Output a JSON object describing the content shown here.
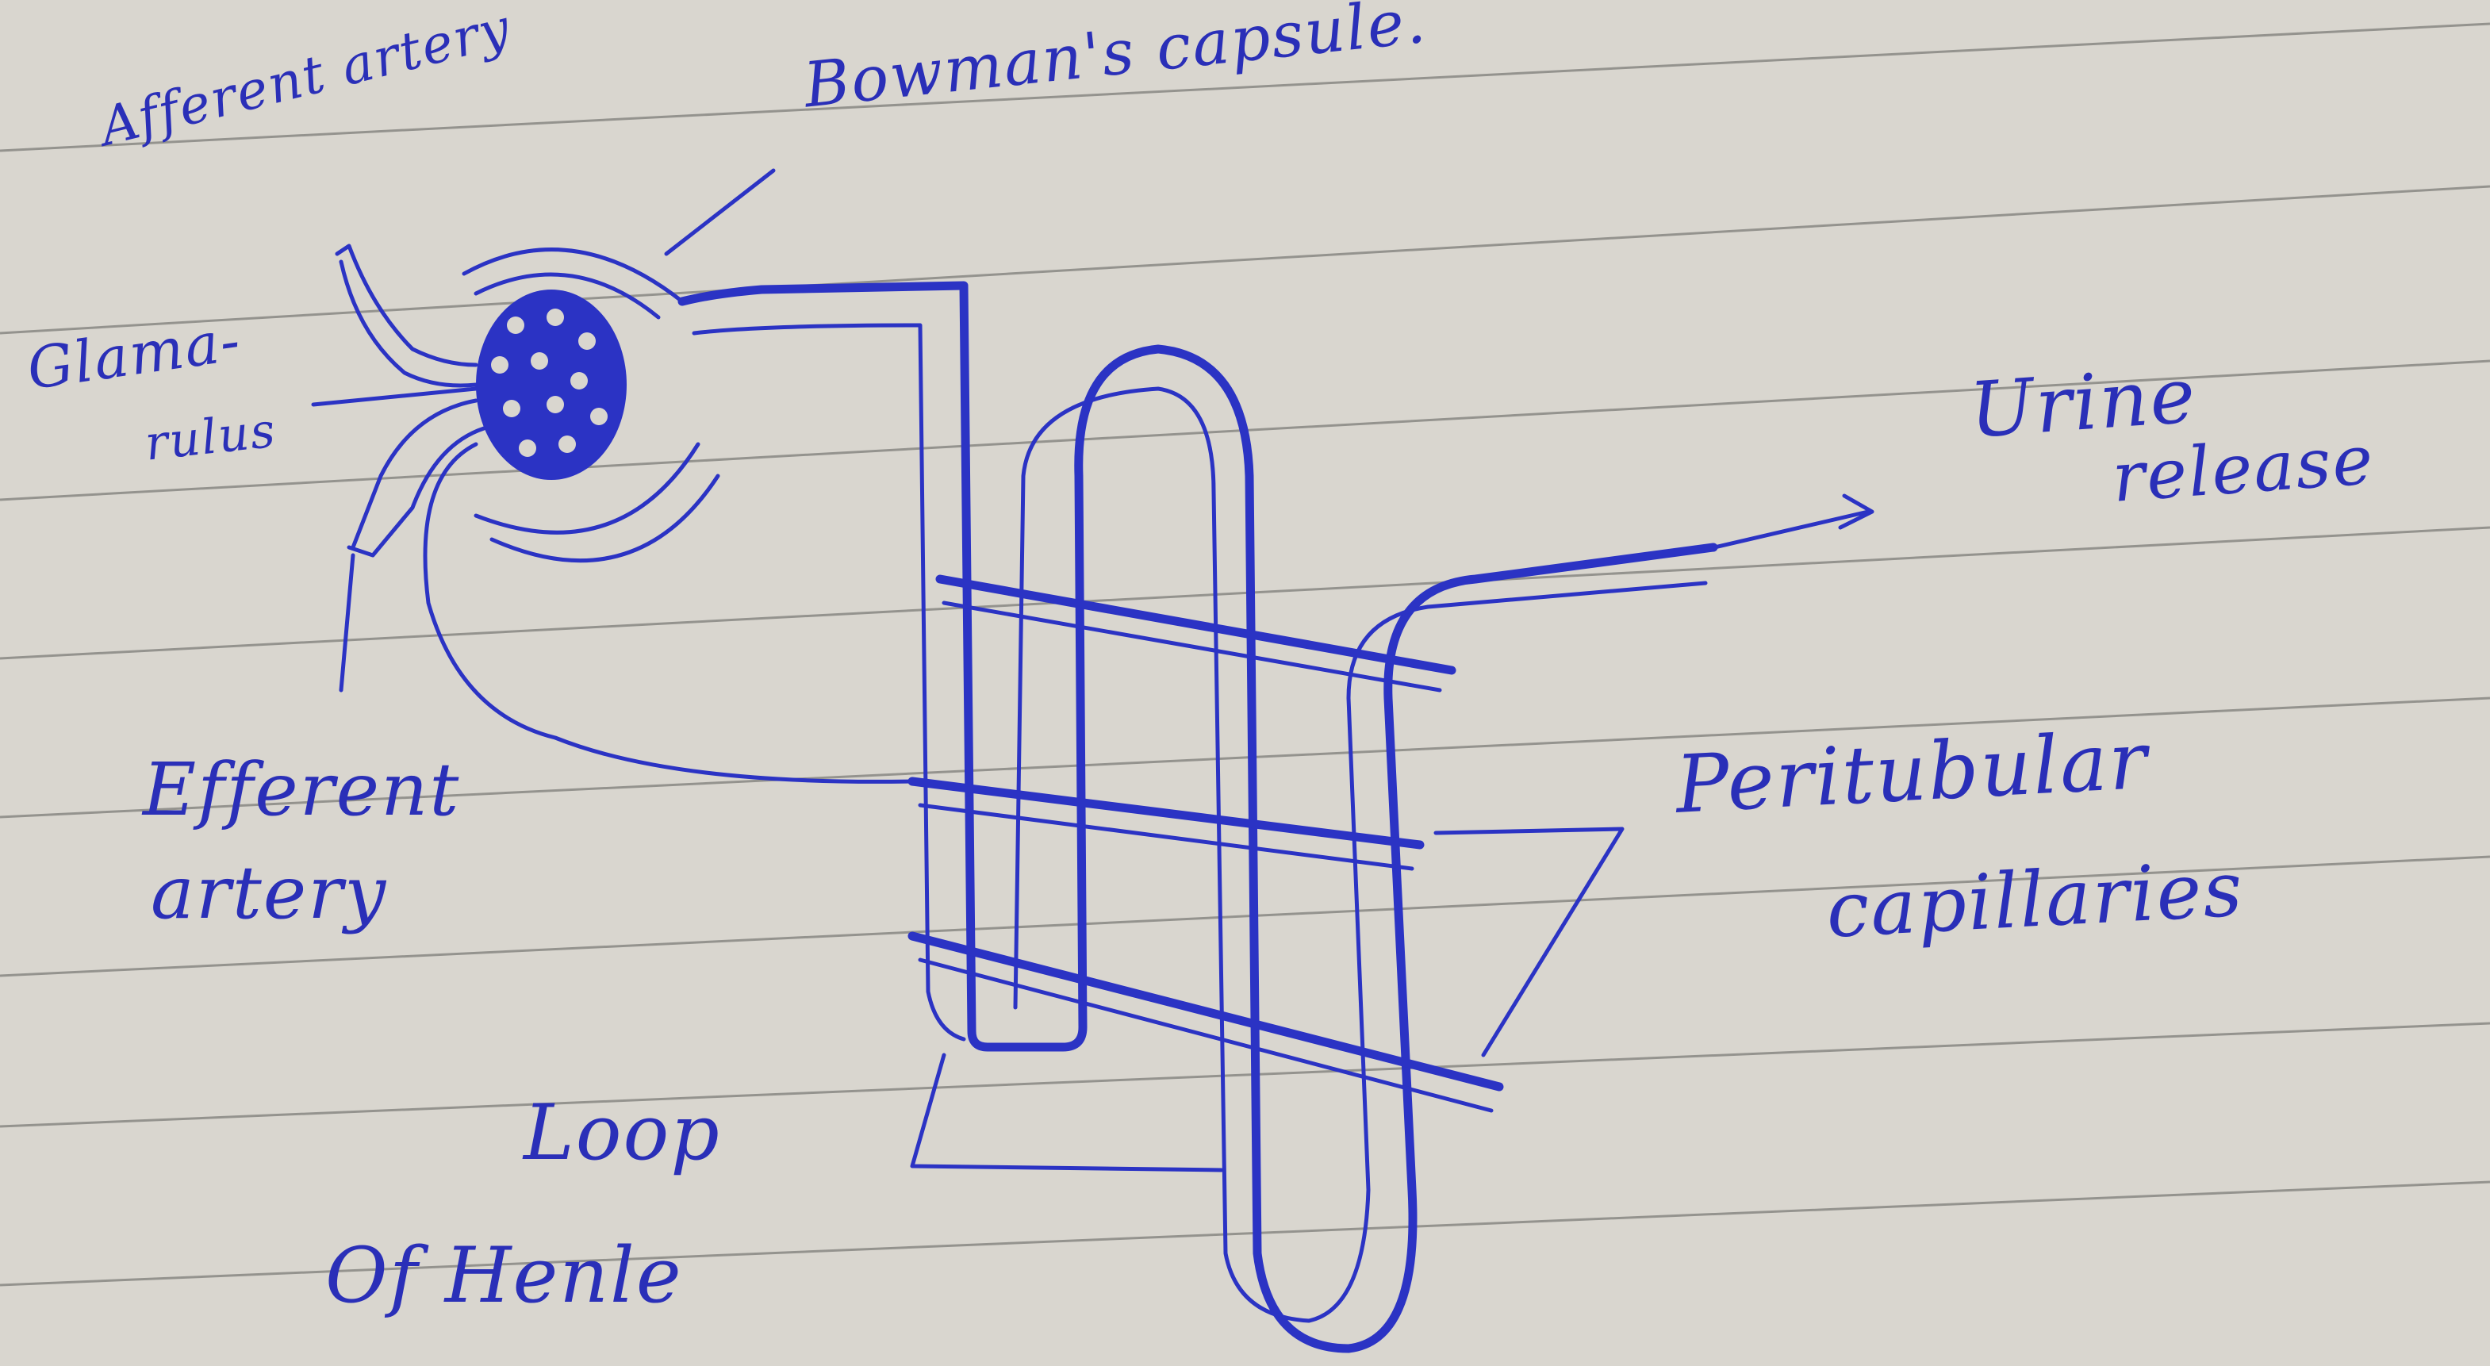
{
  "labels": {
    "afferent_artery": "Afferent artery",
    "bowmans_capsule": "Bowman's capsule.",
    "glomerulus_line1": "Glama-",
    "glomerulus_line2": "rulus",
    "efferent_line1": "Efferent",
    "efferent_line2": "artery",
    "loop_line1": "Loop",
    "loop_line2": "Of Henle",
    "peritubular_line1": "Peritubular",
    "peritubular_line2": "capillaries",
    "urine_line1": "Urine",
    "urine_line2": "release"
  },
  "colors": {
    "ink": "#2b33c4",
    "paper": "#d9d6cf",
    "ruled_line": "#5d5d5a"
  }
}
